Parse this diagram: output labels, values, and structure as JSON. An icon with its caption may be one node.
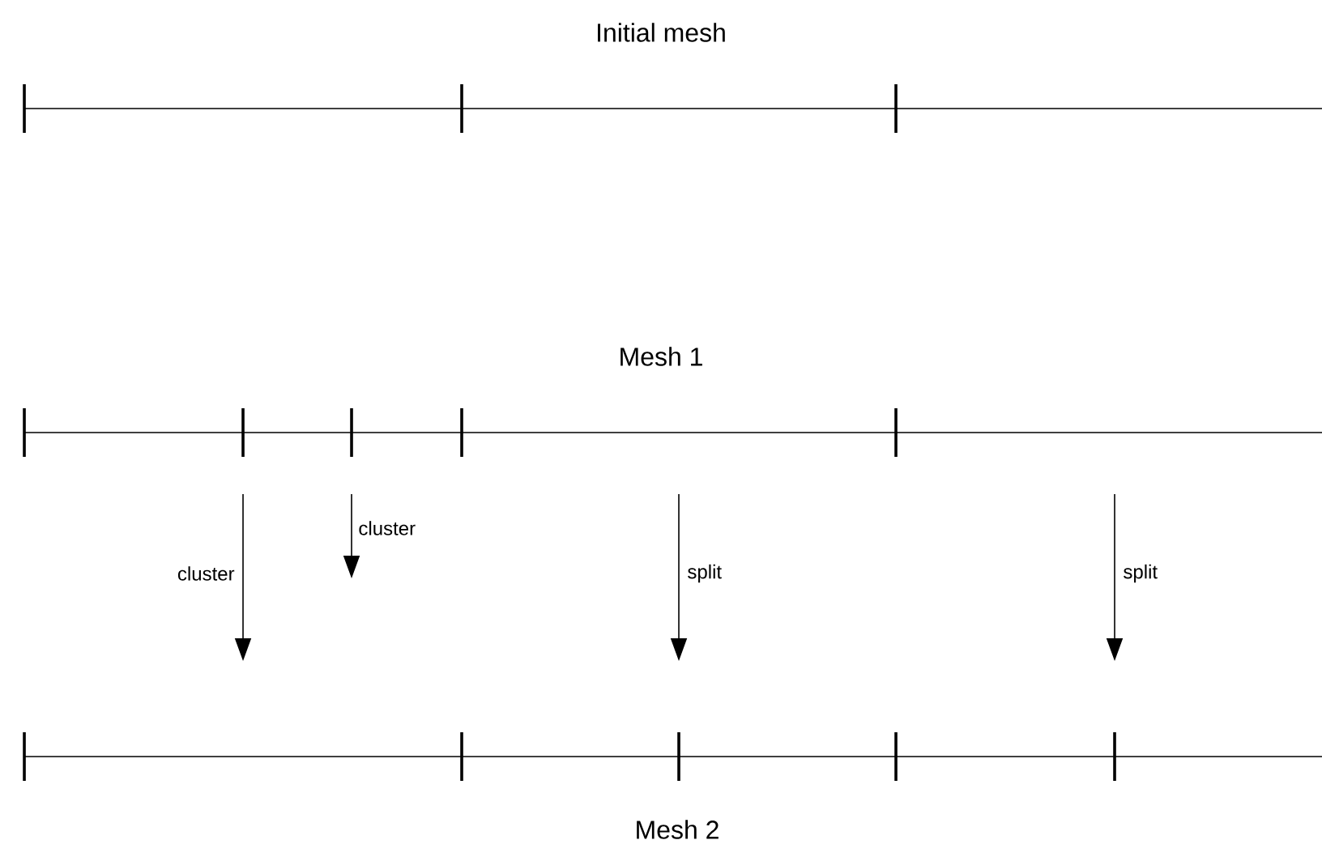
{
  "diagram": {
    "labels": [
      "Initial mesh",
      "Mesh 1",
      "cluster",
      "cluster",
      "split",
      "split",
      "Mesh 2"
    ]
  }
}
